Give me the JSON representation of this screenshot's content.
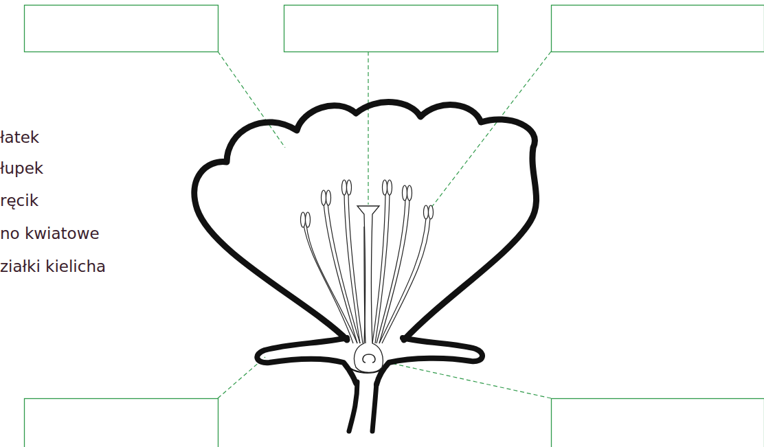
{
  "diagram": {
    "labels": [
      "łatek",
      "łupek",
      "ręcik",
      "no kwiatowe",
      "ziałki kielicha"
    ]
  }
}
